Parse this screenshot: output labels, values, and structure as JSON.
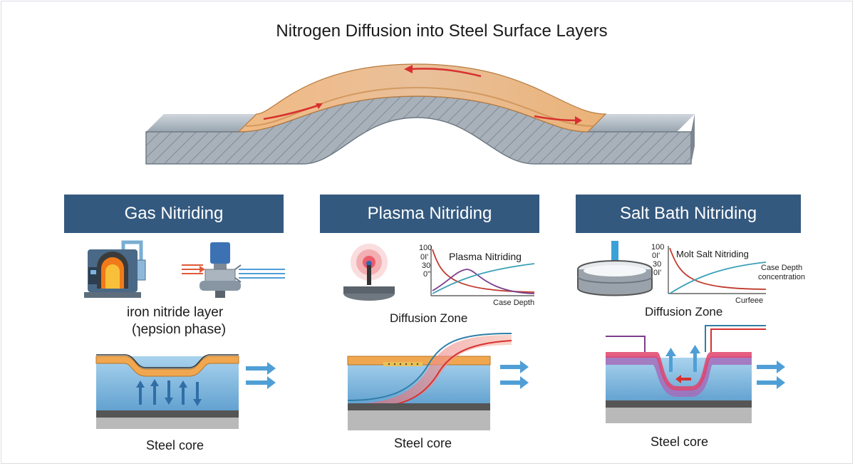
{
  "title": "Nitrogen Diffusion into Steel Surface Layers",
  "panels": [
    {
      "heading": "Gas Nitriding",
      "caption_line1": "iron nitride layer",
      "caption_line2": "(ɿepsion phase)",
      "core_label": "Steel core"
    },
    {
      "heading": "Plasma Nitriding",
      "graph_title": "Plasma Nitriding",
      "y_ticks": [
        "100",
        "0I'",
        "30",
        "0\""
      ],
      "x_label": "Case Depth",
      "zone_label": "Diffusion Zone",
      "core_label": "Steel core"
    },
    {
      "heading": "Salt Bath Nitriding",
      "graph_title": "Molt Salt Nitriding",
      "y_ticks": [
        "100",
        "0I'",
        "30",
        "0I'"
      ],
      "legend_line1": "Case Depth",
      "legend_line2": "concentration",
      "x_label": "Curfeee",
      "zone_label": "Diffusion Zone",
      "core_label": "Steel core"
    }
  ],
  "colors": {
    "header": "#34597f",
    "steel": "#8e9aa6",
    "nitrided_layer": "#e4a45e",
    "substrate": "#8fc3e3",
    "arrow_red": "#d8302f",
    "arrow_blue": "#4f9fd6"
  }
}
